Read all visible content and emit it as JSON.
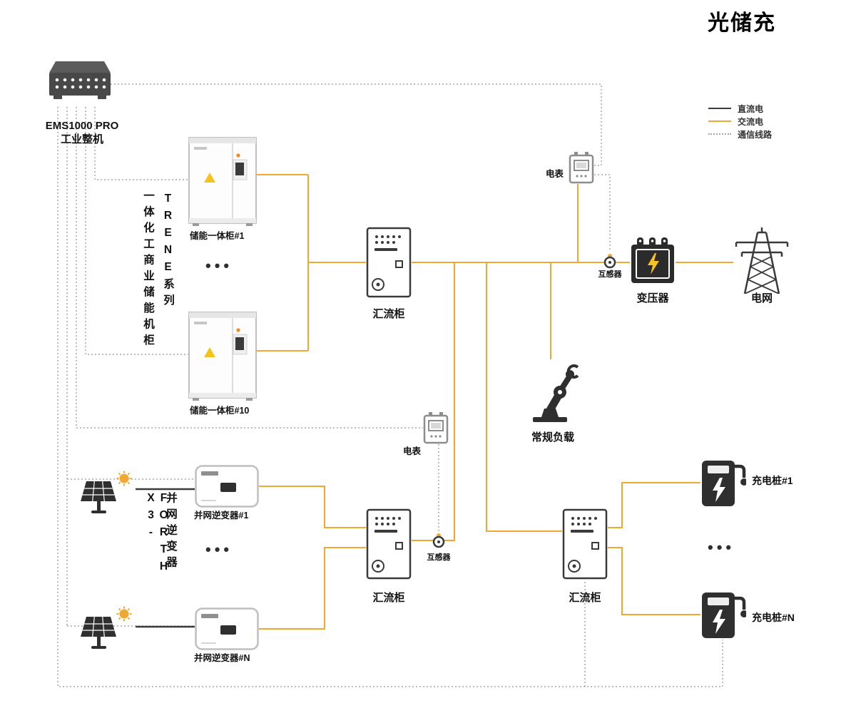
{
  "title": "光储充",
  "colors": {
    "dc": "#3b3b3b",
    "ac": "#f0a830",
    "comm": "#a9a9a9",
    "icon": "#2f2f2f",
    "text": "#1a1a1a"
  },
  "legend": {
    "items": [
      {
        "key": "dc",
        "label": "直流电"
      },
      {
        "key": "ac",
        "label": "交流电"
      },
      {
        "key": "comm",
        "label": "通信线路"
      }
    ]
  },
  "nodes": {
    "ems": {
      "name": "EMS1000 PRO",
      "subtitle": "工业整机"
    },
    "storage_series": {
      "vertical_cjk": "一体化工商业储能机柜",
      "vertical_latin": "TRENE系列"
    },
    "storage_1": {
      "label": "储能一体柜#1"
    },
    "storage_10": {
      "label": "储能一体柜#10"
    },
    "storage_ellipsis": "•••",
    "combiner_main": {
      "label": "汇流柜"
    },
    "meter_top": {
      "label": "电表"
    },
    "ct_top": {
      "label": "互感器"
    },
    "transformer": {
      "label": "变压器"
    },
    "grid": {
      "label": "电网"
    },
    "load": {
      "label": "常规负载"
    },
    "meter_mid": {
      "label": "电表"
    },
    "ct_mid": {
      "label": "互感器"
    },
    "inverter_series": {
      "vertical_latin": "X3-FORTH",
      "vertical_cjk": "并网逆变器"
    },
    "inverter_1": {
      "label": "并网逆变器#1"
    },
    "inverter_n": {
      "label": "并网逆变器#N"
    },
    "inverter_ellipsis": "•••",
    "combiner_pv": {
      "label": "汇流柜"
    },
    "combiner_ev": {
      "label": "汇流柜"
    },
    "charger_1": {
      "label": "充电桩#1"
    },
    "charger_n": {
      "label": "充电桩#N"
    },
    "charger_ellipsis": "•••"
  }
}
